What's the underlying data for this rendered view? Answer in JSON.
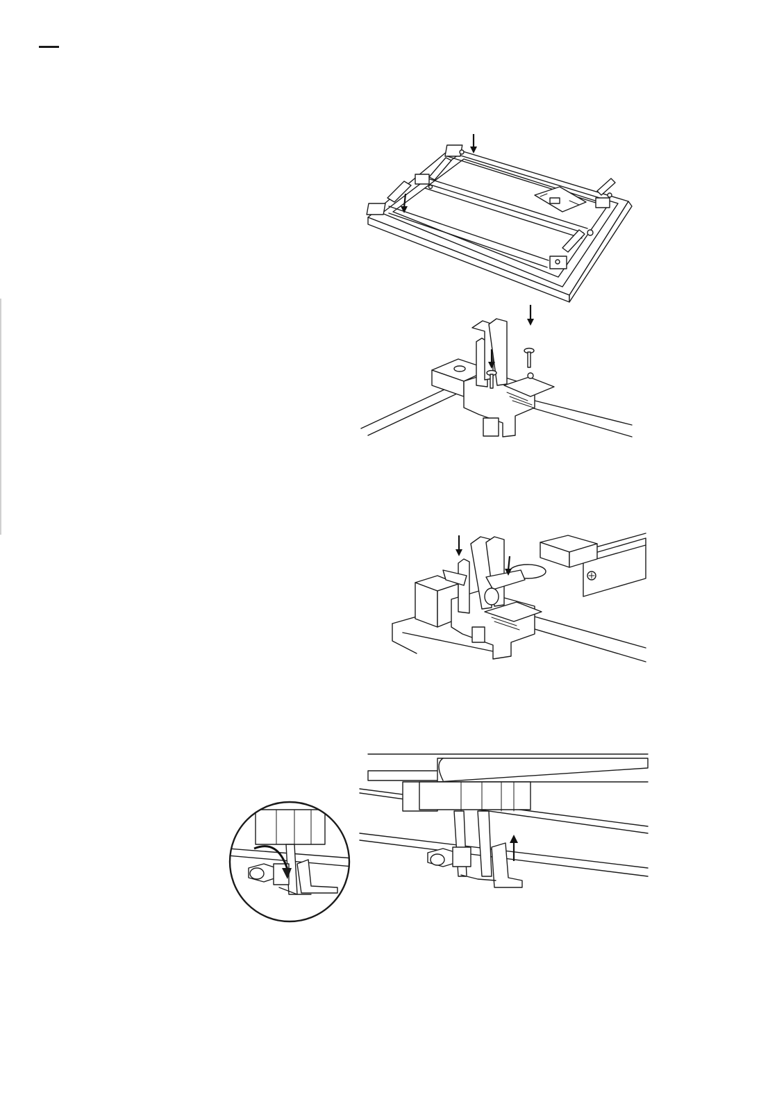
{
  "page": {
    "section_rule_color": "#1a1a1a",
    "edge_line_color": "#cfcfcf"
  },
  "figures": [
    {
      "id": "fig1",
      "icon": "board-underside-illustration",
      "arrows": [
        "down",
        "down"
      ]
    },
    {
      "id": "fig2",
      "icon": "foot-clip-screws-illustration",
      "arrows": [
        "down",
        "down"
      ]
    },
    {
      "id": "fig3",
      "icon": "foot-clip-attached-illustration",
      "arrows": [
        "down",
        "down"
      ]
    },
    {
      "id": "fig4",
      "icon": "leg-lock-illustration",
      "arrows": [
        "up"
      ],
      "detail_arrow": "curved-down"
    }
  ]
}
